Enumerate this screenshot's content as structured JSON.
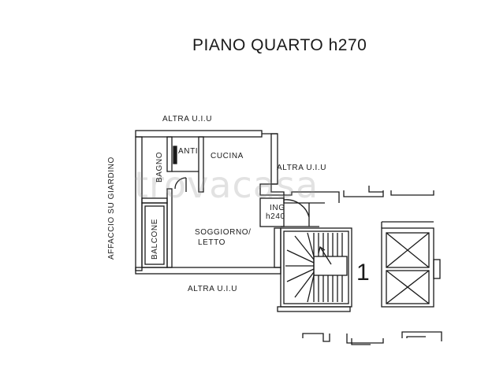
{
  "title": "PIANO QUARTO h270",
  "labels": {
    "altra_top": "ALTRA U.I.U",
    "altra_right": "ALTRA U.I.U",
    "altra_bottom": "ALTRA U.I.U",
    "affaccio": "AFFACCIO SU GIARDINO",
    "bagno": "BAGNO",
    "anti": "ANTI",
    "cucina": "CUCINA",
    "balcone": "BALCONE",
    "soggiorno_1": "SOGGIORNO/",
    "soggiorno_2": "LETTO",
    "ing_1": "ING",
    "ing_2": "h240",
    "stair_number": "1"
  },
  "watermark": "trovacasa"
}
